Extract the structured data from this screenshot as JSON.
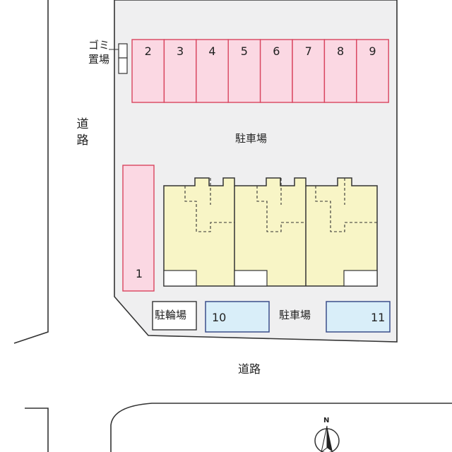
{
  "colors": {
    "lot_fill": "#efeff0",
    "parking_fill": "#fbd8e3",
    "parking_border": "#d9455f",
    "building_fill": "#f8f5c6",
    "bike_fill": "#d9eef9",
    "bike_border": "#3b4e8a",
    "line": "#333333"
  },
  "labels": {
    "garbage_area": "ゴミ置場",
    "garbage_line1": "ゴミ",
    "garbage_line2": "置場",
    "road_left_1": "道",
    "road_left_2": "路",
    "parking_top": "駐車場",
    "bicycle_parking": "駐輪場",
    "parking_bottom": "駐車場",
    "road_bottom": "道路",
    "north": "N"
  },
  "parking_spaces_top": [
    "2",
    "3",
    "4",
    "5",
    "6",
    "7",
    "8",
    "9"
  ],
  "parking_space_left": "1",
  "parking_space_bottom_left": "10",
  "parking_space_bottom_right": "11"
}
